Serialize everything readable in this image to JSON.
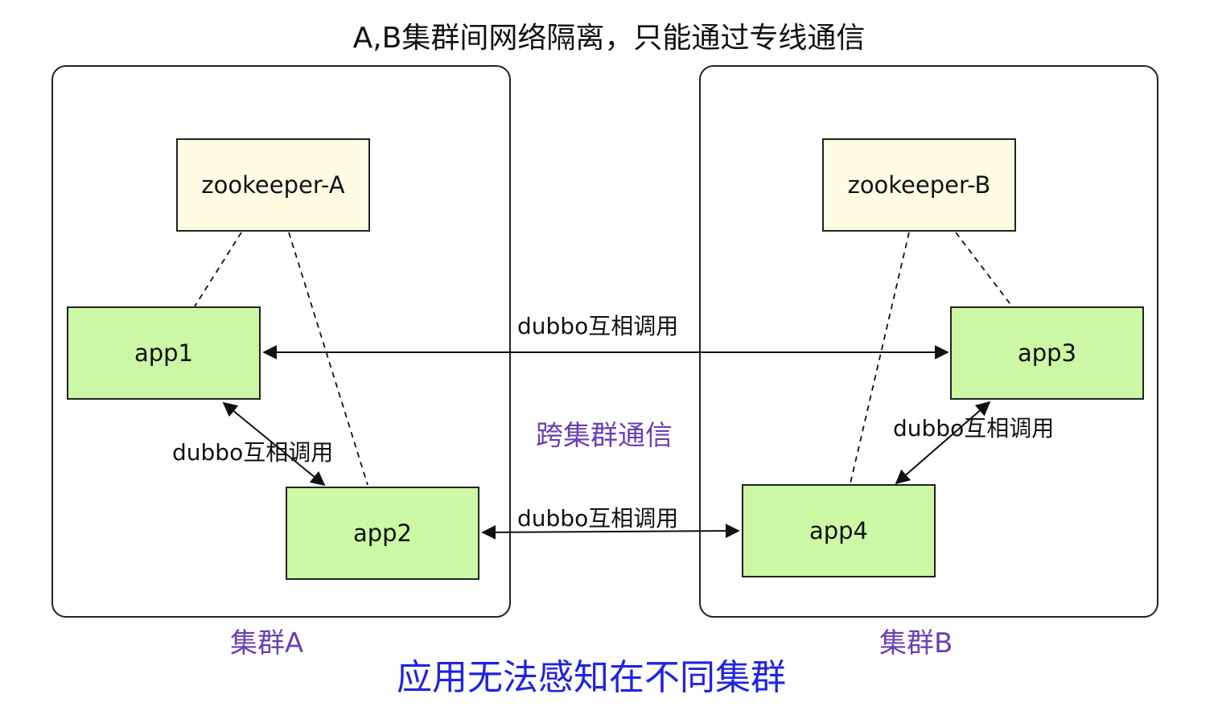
{
  "title": "A,B集群间网络隔离，只能通过专线通信",
  "clusters": [
    {
      "id": "A",
      "label": "集群A"
    },
    {
      "id": "B",
      "label": "集群B"
    }
  ],
  "nodes": {
    "zk_a": "zookeeper-A",
    "zk_b": "zookeeper-B",
    "app1": "app1",
    "app2": "app2",
    "app3": "app3",
    "app4": "app4"
  },
  "edge_labels": {
    "app1_app3": "dubbo互相调用",
    "app1_app2": "dubbo互相调用",
    "app3_app4": "dubbo互相调用",
    "app2_app4": "dubbo互相调用"
  },
  "center_label": "跨集群通信",
  "footer": "应用无法感知在不同集群",
  "colors": {
    "app_fill": "#ccf7a4",
    "zookeeper_fill": "#fdfde3",
    "purple_text": "#6a3fb5",
    "footer_text": "#1f23e6"
  }
}
